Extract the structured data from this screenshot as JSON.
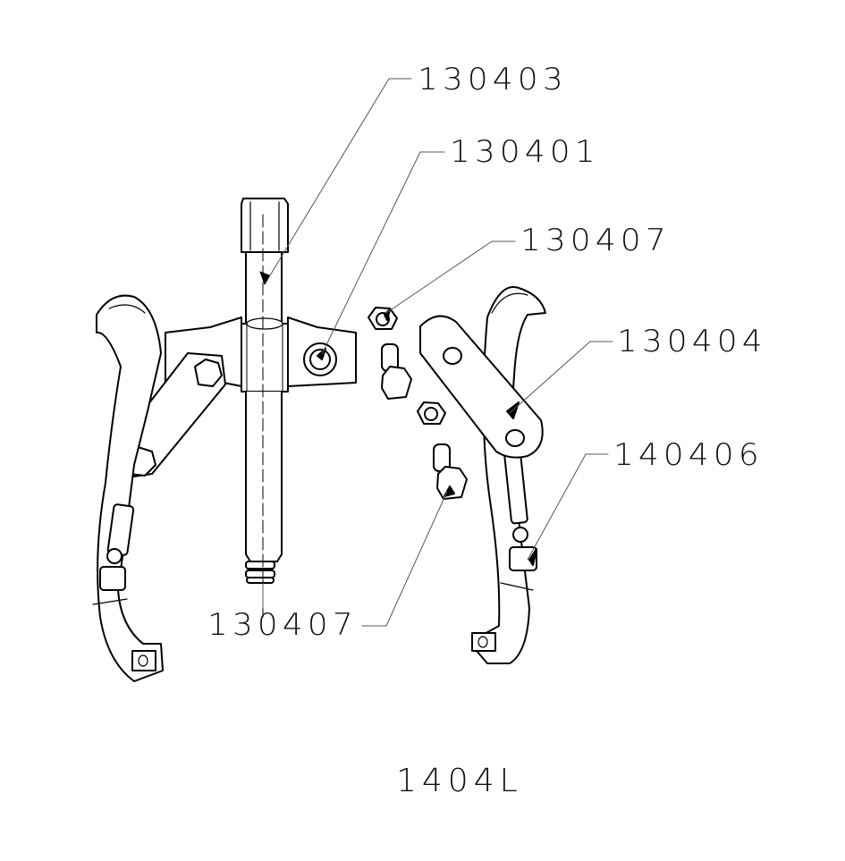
{
  "drawing": {
    "title": "1404L",
    "type": "exploded parts diagram",
    "subject": "two-jaw gear puller",
    "line_color": "#000000",
    "leader_color": "#555555",
    "background": "#ffffff"
  },
  "callouts": [
    {
      "id": "c1",
      "label": "130403",
      "points_to": "forcing screw"
    },
    {
      "id": "c2",
      "label": "130401",
      "points_to": "yoke / crossbar"
    },
    {
      "id": "c3",
      "label": "130407",
      "points_to": "hex nut"
    },
    {
      "id": "c4",
      "label": "130404",
      "points_to": "link plate"
    },
    {
      "id": "c5",
      "label": "140406",
      "points_to": "jaw"
    },
    {
      "id": "c6",
      "label": "130407",
      "points_to": "bolt"
    }
  ]
}
